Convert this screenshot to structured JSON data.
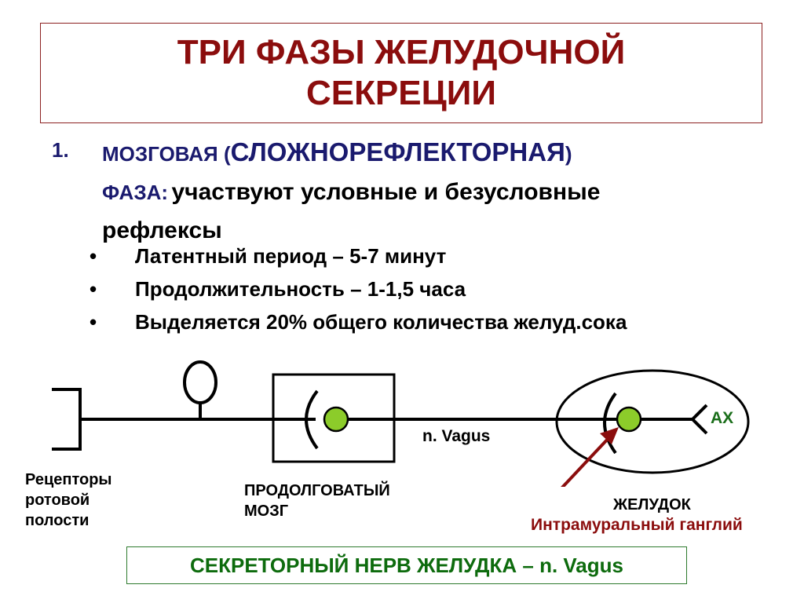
{
  "title": {
    "line1": "ТРИ ФАЗЫ ЖЕЛУДОЧНОЙ",
    "line2": "СЕКРЕЦИИ"
  },
  "phase": {
    "number": "1.",
    "name_start": "МОЗГОВАЯ (",
    "name_emph": "СЛОЖНОРЕФЛЕКТОРНАЯ",
    "name_end": ")",
    "faza": "ФАЗА:",
    "description": "участвуют условные и безусловные",
    "description_line2": "рефлексы"
  },
  "bullets": [
    "Латентный период – 5-7 минут",
    "Продолжительность – 1-1,5 часа",
    "Выделяется 20% общего количества желуд.сока"
  ],
  "diagram": {
    "receptors_label": [
      "Рецепторы",
      "ротовой",
      "полости"
    ],
    "medulla_label": [
      "ПРОДОЛГОВАТЫЙ",
      "МОЗГ"
    ],
    "nerve_label": "n. Vagus",
    "stomach_label": "ЖЕЛУДОК",
    "ganglion_label": "Интрамуральный ганглий",
    "ax_label": "АХ"
  },
  "footer": {
    "nerve_text": "СЕКРЕТОРНЫЙ НЕРВ ЖЕЛУДКА – n. Vagus"
  },
  "colors": {
    "title": "#8b0d0d",
    "navy": "#1a1a6e",
    "green_node": "#8ccc2a",
    "arrow": "#8b0d0d",
    "footer_text": "#0d6b0d"
  }
}
